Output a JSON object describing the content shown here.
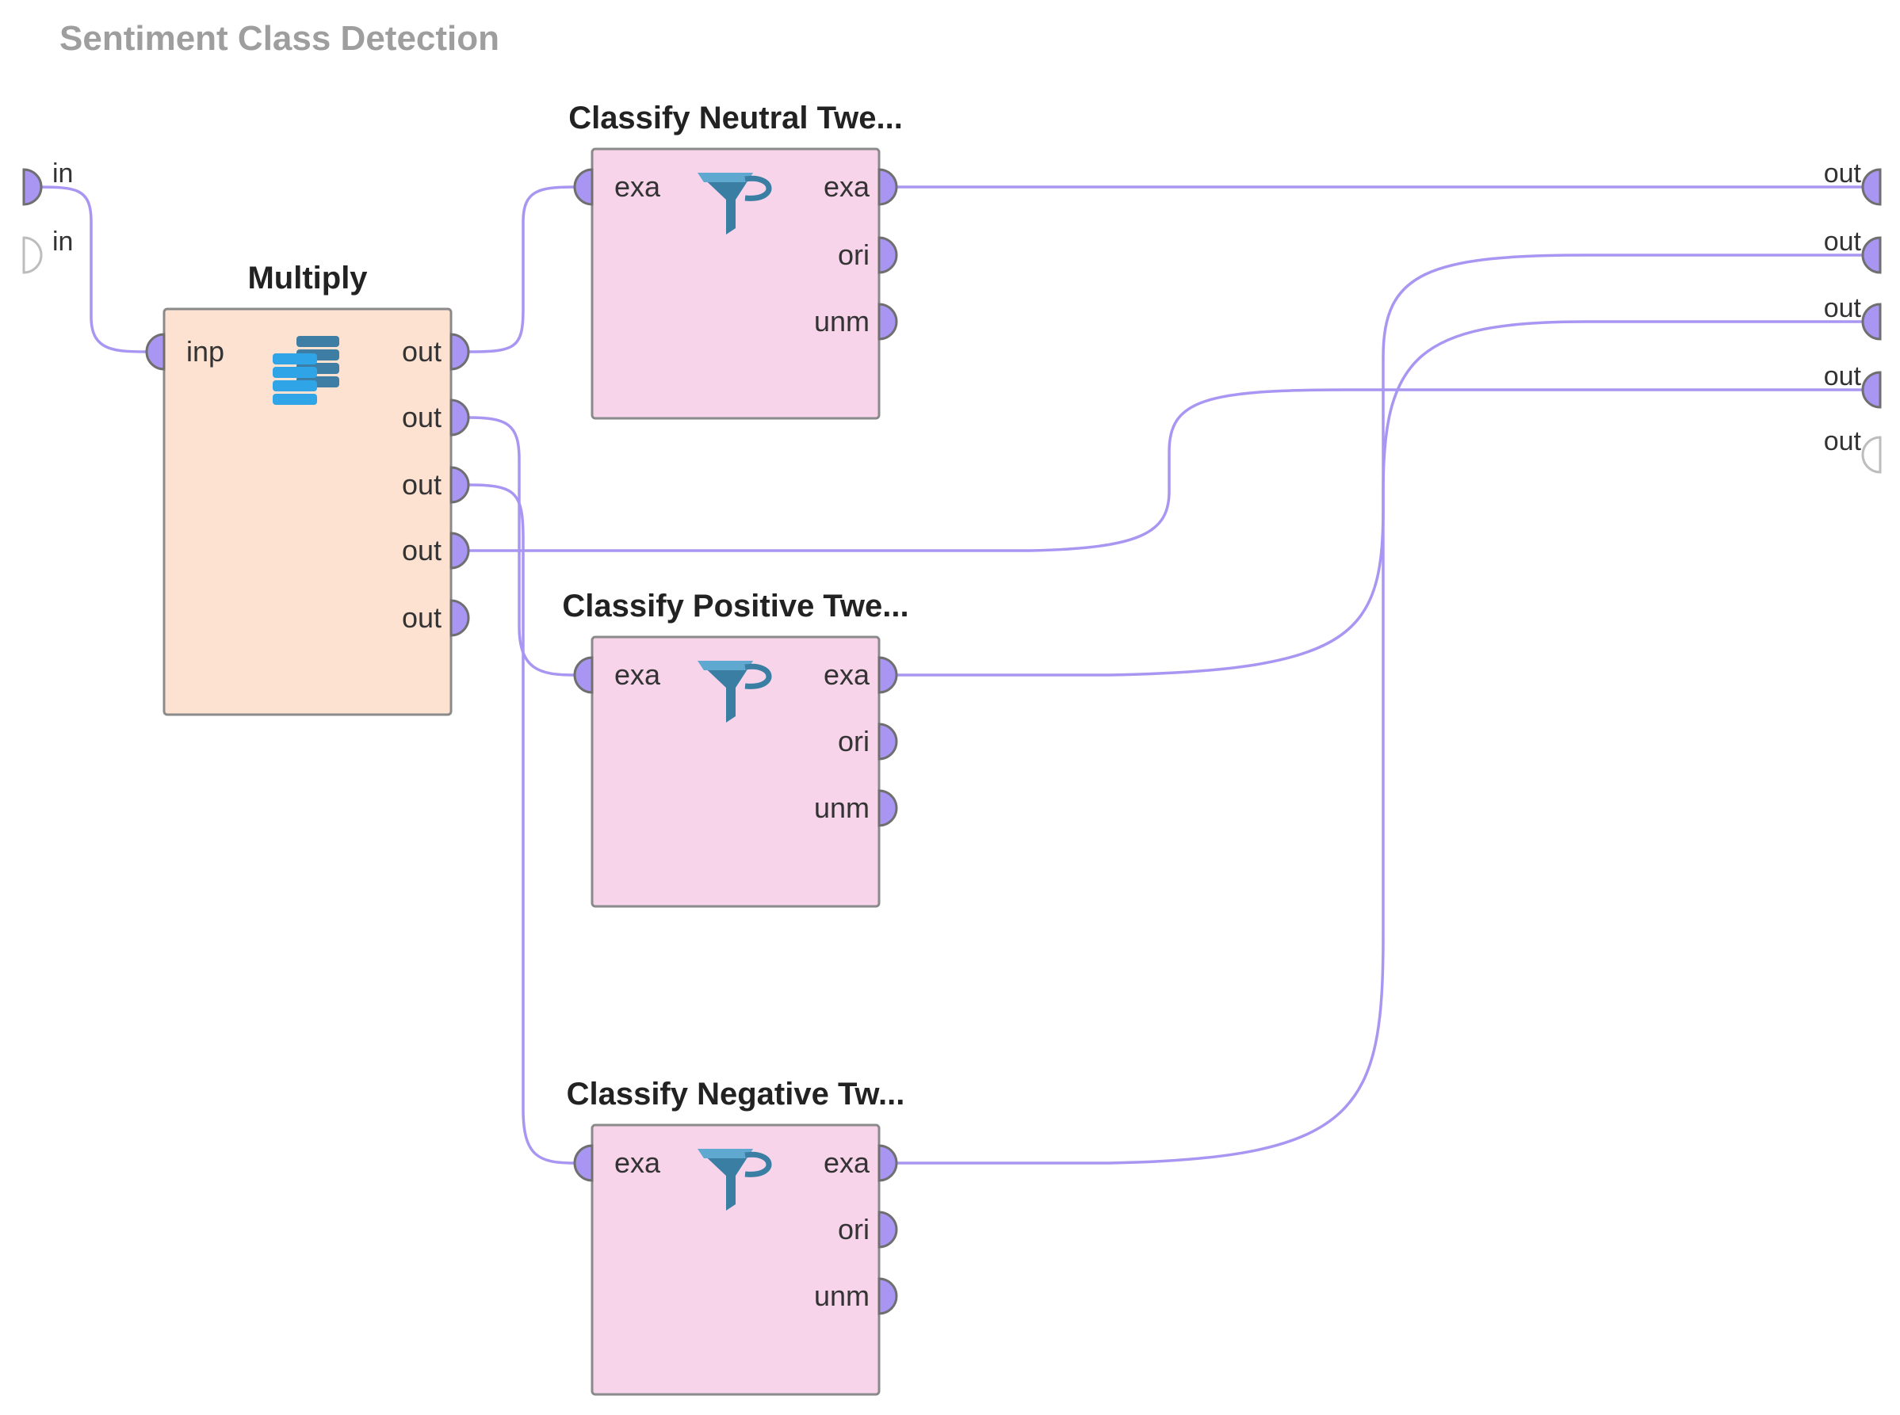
{
  "process": {
    "title": "Sentiment Class Detection"
  },
  "colors": {
    "wire": "#a995f2",
    "port_connected": "#a995f2",
    "port_stroke": "#6f6f6f",
    "multiply_fill": "#fde2d1",
    "filter_fill": "#f7d4ea",
    "op_border": "#8a8a8a",
    "icon_funnel": "#3b7ea3",
    "icon_data": "#2fa4e7"
  },
  "process_inputs": [
    {
      "label": "in",
      "connected": true
    },
    {
      "label": "in",
      "connected": false
    }
  ],
  "process_outputs": [
    {
      "label": "out",
      "connected": true
    },
    {
      "label": "out",
      "connected": true
    },
    {
      "label": "out",
      "connected": true
    },
    {
      "label": "out",
      "connected": true
    },
    {
      "label": "out",
      "connected": false
    }
  ],
  "operators": {
    "multiply": {
      "title": "Multiply",
      "icon": "data-multiply-icon",
      "inputs": [
        "inp"
      ],
      "outputs": [
        "out",
        "out",
        "out",
        "out",
        "out"
      ]
    },
    "neutral": {
      "title": "Classify Neutral Twe...",
      "icon": "funnel-filter-icon",
      "inputs": [
        "exa"
      ],
      "outputs": [
        "exa",
        "ori",
        "unm"
      ]
    },
    "positive": {
      "title": "Classify Positive Twe...",
      "icon": "funnel-filter-icon",
      "inputs": [
        "exa"
      ],
      "outputs": [
        "exa",
        "ori",
        "unm"
      ]
    },
    "negative": {
      "title": "Classify Negative Tw...",
      "icon": "funnel-filter-icon",
      "inputs": [
        "exa"
      ],
      "outputs": [
        "exa",
        "ori",
        "unm"
      ]
    }
  }
}
